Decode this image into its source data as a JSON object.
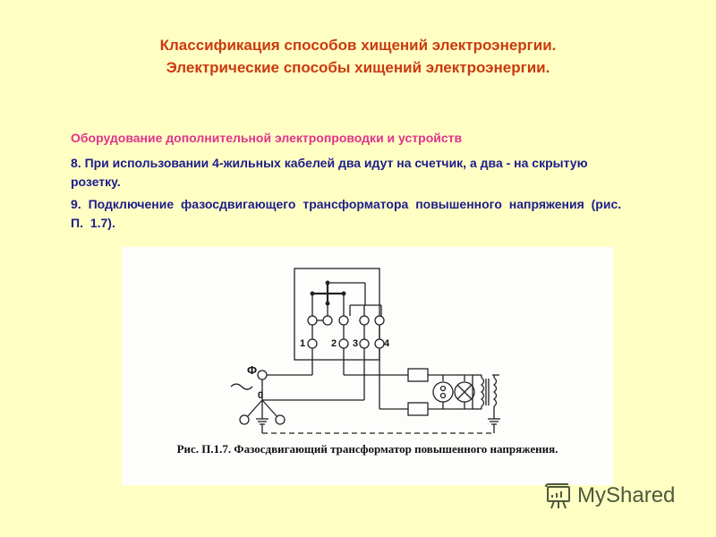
{
  "slide": {
    "title_line1": "Классификация способов хищений электроэнергии.",
    "title_line2": "Электрические способы хищений электроэнергии.",
    "subtitle": "Оборудование дополнительной электропроводки и устройств",
    "items": [
      {
        "text": "8. При использовании 4-жильных кабелей два идут на счетчик, а два - на скрытую розетку."
      },
      {
        "text": "9. Подключение  фазосдвигающего  трансформатора  повышенного напряжения (рис. П. 1.7)."
      }
    ]
  },
  "figure": {
    "caption": "Рис. П.1.7.  Фазосдвигающий трансформатор повышенного напряжения.",
    "terminal_labels": [
      "1",
      "2",
      "3",
      "4"
    ],
    "phase_label": "Ф",
    "neutral_label": "0",
    "ac_symbol": "~"
  },
  "watermark": {
    "text_main": "MyShared",
    "icon": "presentation-board-icon"
  },
  "colors": {
    "background": "#ffffc4",
    "title": "#cc3a10",
    "subtitle": "#e0338a",
    "body": "#1c1c8c"
  }
}
